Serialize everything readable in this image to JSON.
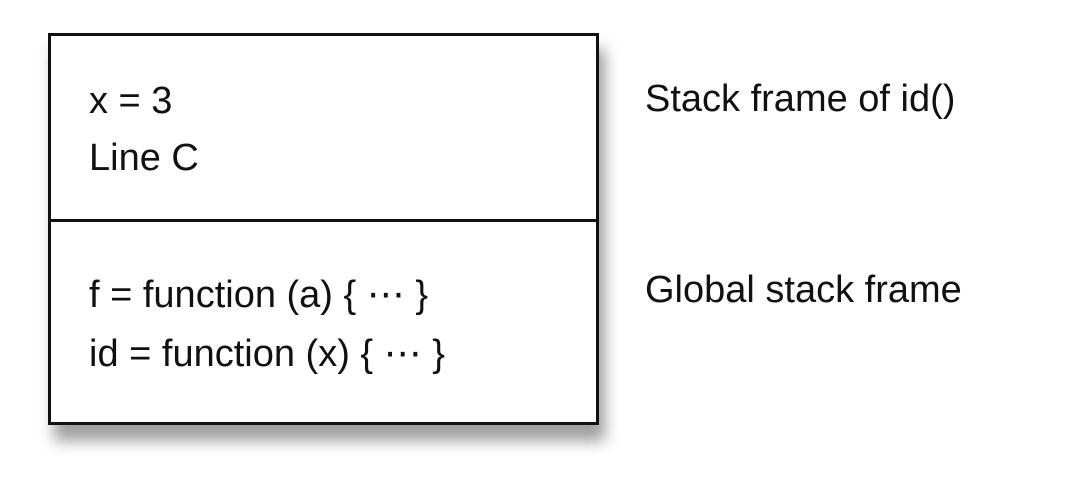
{
  "frames": [
    {
      "lines": [
        "x = 3",
        "Line C"
      ],
      "label": "Stack frame of id()"
    },
    {
      "lines": [
        "f = function (a) { ⋯ }",
        "id = function (x) { ⋯ }"
      ],
      "label": "Global stack frame"
    }
  ]
}
